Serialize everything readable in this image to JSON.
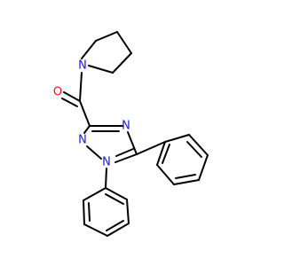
{
  "molecule": {
    "atom_labels": {
      "pyrrolidine_n": "N",
      "carbonyl_o": "O",
      "triazole_n4": "N",
      "triazole_n2": "N",
      "triazole_n1": "N"
    },
    "colors": {
      "bond": "#000000",
      "nitrogen": "#1a1adf",
      "oxygen": "#ff0d0d",
      "background": "#ffffff"
    }
  }
}
